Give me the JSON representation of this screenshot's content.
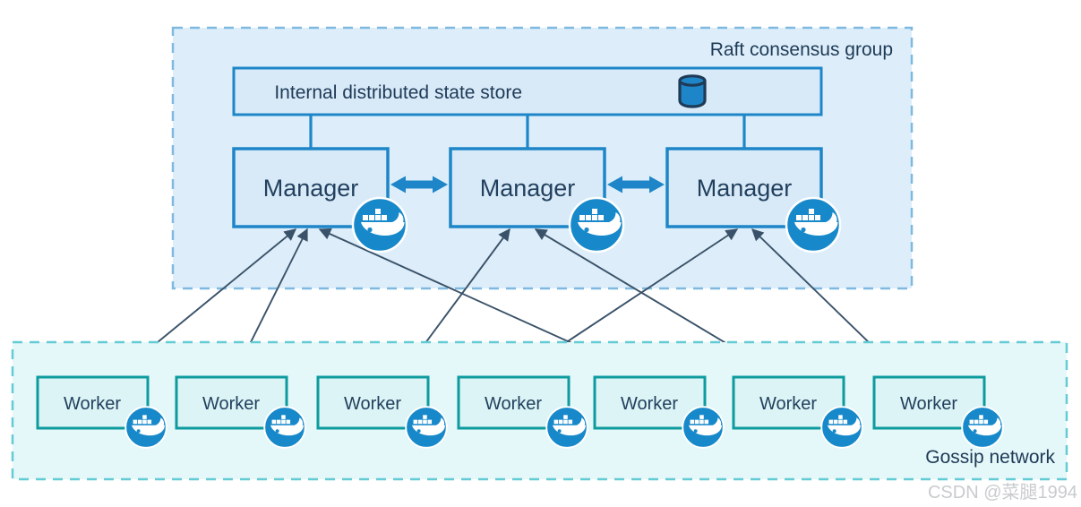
{
  "raft_group": {
    "label": "Raft consensus group"
  },
  "state_store": {
    "label": "Internal distributed state store",
    "icon": "database-cylinder-icon"
  },
  "managers": [
    {
      "id": "manager-1",
      "label": "Manager",
      "icon": "docker-whale-icon"
    },
    {
      "id": "manager-2",
      "label": "Manager",
      "icon": "docker-whale-icon"
    },
    {
      "id": "manager-3",
      "label": "Manager",
      "icon": "docker-whale-icon"
    }
  ],
  "store_links": [
    "manager-1",
    "manager-2",
    "manager-3"
  ],
  "manager_links": [
    {
      "from": "manager-1",
      "to": "manager-2",
      "type": "thick-bidirectional-arrow"
    },
    {
      "from": "manager-2",
      "to": "manager-3",
      "type": "thick-bidirectional-arrow"
    }
  ],
  "gossip_network": {
    "label": "Gossip network"
  },
  "workers": [
    {
      "id": "worker-1",
      "label": "Worker",
      "icon": "docker-whale-icon"
    },
    {
      "id": "worker-2",
      "label": "Worker",
      "icon": "docker-whale-icon"
    },
    {
      "id": "worker-3",
      "label": "Worker",
      "icon": "docker-whale-icon"
    },
    {
      "id": "worker-4",
      "label": "Worker",
      "icon": "docker-whale-icon"
    },
    {
      "id": "worker-5",
      "label": "Worker",
      "icon": "docker-whale-icon"
    },
    {
      "id": "worker-6",
      "label": "Worker",
      "icon": "docker-whale-icon"
    },
    {
      "id": "worker-7",
      "label": "Worker",
      "icon": "docker-whale-icon"
    }
  ],
  "manager_worker_links": [
    {
      "from": "manager-1",
      "to": "worker-1",
      "type": "bidirectional-arrow"
    },
    {
      "from": "manager-1",
      "to": "worker-2",
      "type": "bidirectional-arrow"
    },
    {
      "from": "manager-1",
      "to": "worker-5",
      "type": "bidirectional-arrow"
    },
    {
      "from": "manager-2",
      "to": "worker-3",
      "type": "bidirectional-arrow"
    },
    {
      "from": "manager-2",
      "to": "worker-6",
      "type": "bidirectional-arrow"
    },
    {
      "from": "manager-3",
      "to": "worker-4",
      "type": "bidirectional-arrow"
    },
    {
      "from": "manager-3",
      "to": "worker-7",
      "type": "bidirectional-arrow"
    }
  ],
  "watermark": "CSDN @菜腿1994",
  "colors": {
    "raft_fill": "#ddeefa",
    "raft_dash": "#7fb9e0",
    "gossip_fill": "#e4f7f9",
    "gossip_dash": "#63cbd4",
    "box_blue_fill": "#d8eaf8",
    "box_blue_border": "#1e86c8",
    "worker_fill": "#dcf4f5",
    "worker_border": "#0d9b9e",
    "docker_blue": "#1789ca",
    "link_arrow": "#3a5269",
    "text": "#1e3a56",
    "watermark_gray": "#c8cbcd"
  }
}
